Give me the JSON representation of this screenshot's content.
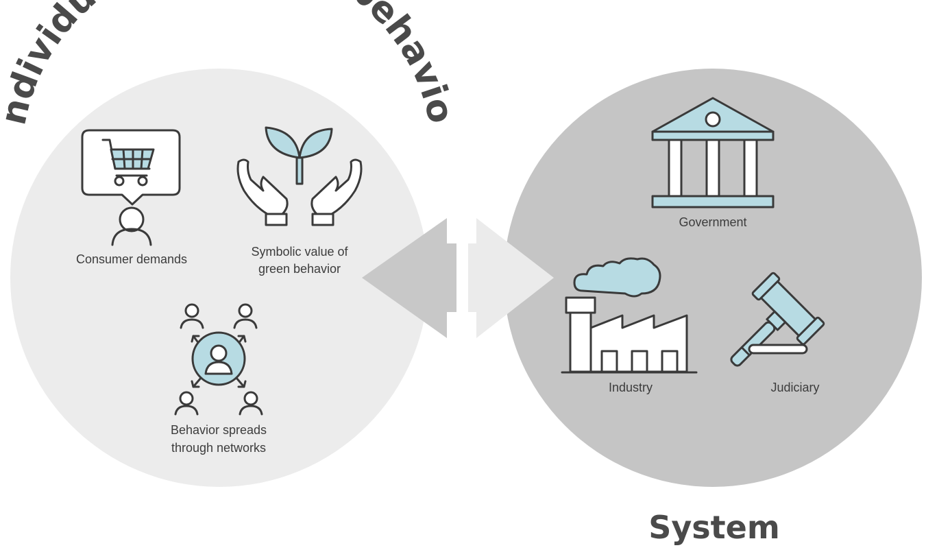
{
  "titles": {
    "left": "Individual and group behavior",
    "right": "System"
  },
  "individual": {
    "consumer": "Consumer demands",
    "symbolic_line1": "Symbolic value of",
    "symbolic_line2": "green behavior",
    "spread_line1": "Behavior spreads",
    "spread_line2": "through networks"
  },
  "system": {
    "government": "Government",
    "industry": "Industry",
    "judiciary": "Judiciary"
  },
  "colors": {
    "left_circle": "#ececec",
    "right_circle": "#c5c5c5",
    "accent": "#b7dbe3",
    "stroke": "#3a3a3a",
    "arrow_left": "#c8c8c8",
    "arrow_right": "#ebebeb"
  },
  "icons": [
    "shopping-cart-icon",
    "person-icon",
    "hands-sprout-icon",
    "network-people-icon",
    "government-building-icon",
    "factory-icon",
    "gavel-icon"
  ]
}
